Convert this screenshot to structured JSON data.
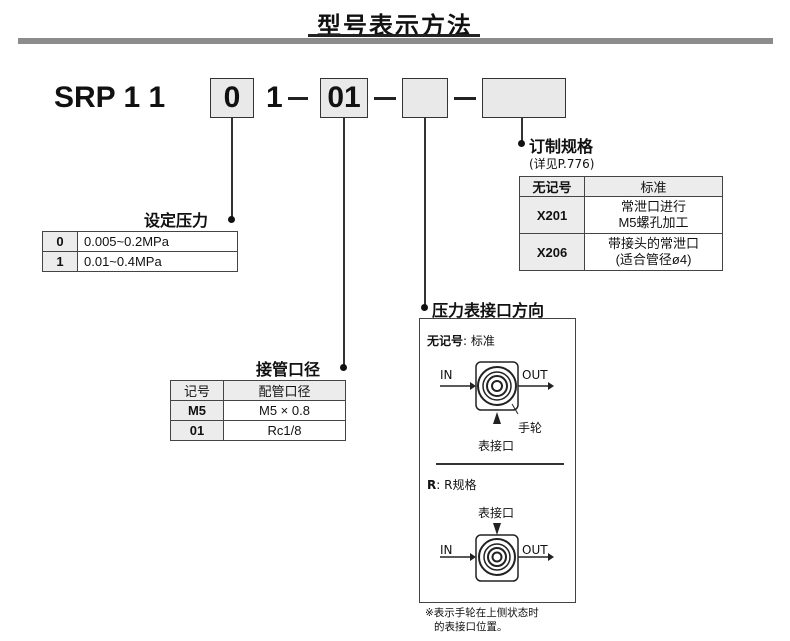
{
  "header": {
    "title": "型号表示方法"
  },
  "code": {
    "prefix": "SRP 1 1",
    "pressure": "0",
    "digit": "1",
    "port": "01",
    "hyphen": "−"
  },
  "pressure_setting": {
    "label": "设定压力",
    "rows": [
      {
        "code": "0",
        "value": "0.005~0.2MPa"
      },
      {
        "code": "1",
        "value": "0.01~0.4MPa"
      }
    ]
  },
  "port_size": {
    "label": "接管口径",
    "headers": [
      "记号",
      "配管口径"
    ],
    "rows": [
      {
        "code": "M5",
        "value": "M5 × 0.8"
      },
      {
        "code": "01",
        "value": "Rc1/8"
      }
    ]
  },
  "custom_spec": {
    "label": "订制规格",
    "sublabel": "(详见P.776)",
    "headers": [
      "无记号",
      "标准"
    ],
    "rows": [
      {
        "code": "X201",
        "line1": "常泄口进行",
        "line2": "M5螺孔加工"
      },
      {
        "code": "X206",
        "line1": "带接头的常泄口",
        "line2": "(适合管径ø4)"
      }
    ]
  },
  "gauge_port": {
    "label": "压力表接口方向",
    "standard_key": "无记号",
    "standard_text": ": 标准",
    "r_key": "R",
    "r_text": ": R规格",
    "in_label": "IN",
    "out_label": "OUT",
    "handwheel_label": "手轮",
    "gauge_label": "表接口",
    "note_line1": "※表示手轮在上侧状态时",
    "note_line2": "的表接口位置。"
  }
}
